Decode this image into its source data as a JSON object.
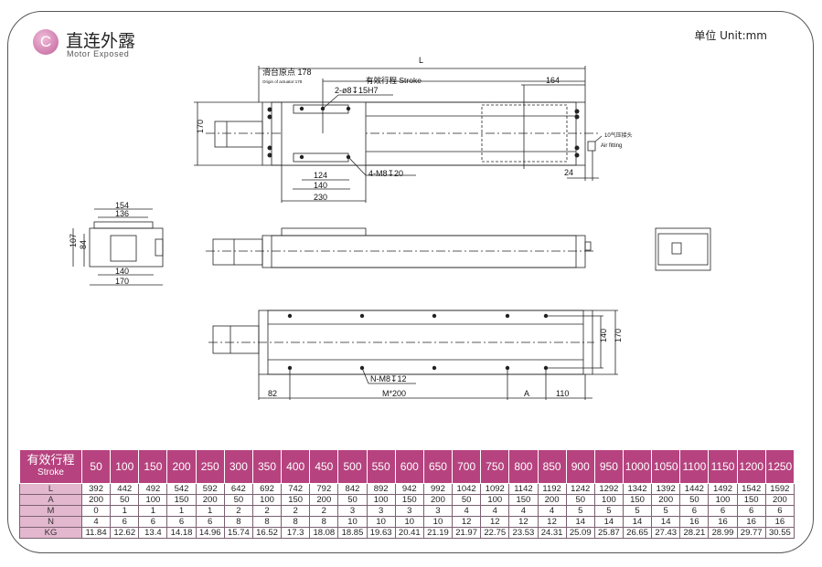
{
  "header": {
    "logo_letter": "C",
    "title_cn": "直连外露",
    "title_en": "Motor Exposed",
    "unit": "单位 Unit:mm"
  },
  "drawing": {
    "top_view": {
      "L": "L",
      "stroke": "有效行程 Stroke",
      "origin_cn": "滑台原点 178",
      "origin_en": "Origin of actuator:178",
      "dim_164": "164",
      "hole_note": "2-ø8↧15H7",
      "thread_note": "4-M8↧20",
      "dim_124": "124",
      "dim_140": "140",
      "dim_230": "230",
      "dim_170": "170",
      "dim_24": "24",
      "air_cn": "10气压接头",
      "air_en": "Air fitting"
    },
    "end_view": {
      "dim_154": "154",
      "dim_136": "136",
      "dim_107": "107",
      "dim_84": "84",
      "dim_140": "140",
      "dim_170": "170"
    },
    "bottom_view": {
      "thread_note": "N-M8↧12",
      "dim_82": "82",
      "pitch": "M*200",
      "dim_A": "A",
      "dim_110": "110",
      "dim_140": "140",
      "dim_170": "170"
    }
  },
  "table": {
    "header_cn": "有效行程",
    "header_en": "Stroke",
    "strokes": [
      "50",
      "100",
      "150",
      "200",
      "250",
      "300",
      "350",
      "400",
      "450",
      "500",
      "550",
      "600",
      "650",
      "700",
      "750",
      "800",
      "850",
      "900",
      "950",
      "1000",
      "1050",
      "1100",
      "1150",
      "1200",
      "1250"
    ],
    "rows": [
      {
        "label": "L",
        "values": [
          "392",
          "442",
          "492",
          "542",
          "592",
          "642",
          "692",
          "742",
          "792",
          "842",
          "892",
          "942",
          "992",
          "1042",
          "1092",
          "1142",
          "1192",
          "1242",
          "1292",
          "1342",
          "1392",
          "1442",
          "1492",
          "1542",
          "1592"
        ]
      },
      {
        "label": "A",
        "values": [
          "200",
          "50",
          "100",
          "150",
          "200",
          "50",
          "100",
          "150",
          "200",
          "50",
          "100",
          "150",
          "200",
          "50",
          "100",
          "150",
          "200",
          "50",
          "100",
          "150",
          "200",
          "50",
          "100",
          "150",
          "200"
        ]
      },
      {
        "label": "M",
        "values": [
          "0",
          "1",
          "1",
          "1",
          "1",
          "2",
          "2",
          "2",
          "2",
          "3",
          "3",
          "3",
          "3",
          "4",
          "4",
          "4",
          "4",
          "5",
          "5",
          "5",
          "5",
          "6",
          "6",
          "6",
          "6"
        ]
      },
      {
        "label": "N",
        "values": [
          "4",
          "6",
          "6",
          "6",
          "6",
          "8",
          "8",
          "8",
          "8",
          "10",
          "10",
          "10",
          "10",
          "12",
          "12",
          "12",
          "12",
          "14",
          "14",
          "14",
          "14",
          "16",
          "16",
          "16",
          "16"
        ]
      },
      {
        "label": "KG",
        "values": [
          "11.84",
          "12.62",
          "13.4",
          "14.18",
          "14.96",
          "15.74",
          "16.52",
          "17.3",
          "18.08",
          "18.85",
          "19.63",
          "20.41",
          "21.19",
          "21.97",
          "22.75",
          "23.53",
          "24.31",
          "25.09",
          "25.87",
          "26.65",
          "27.43",
          "28.21",
          "28.99",
          "29.77",
          "30.55"
        ]
      }
    ]
  },
  "colors": {
    "header_bg": "#b6437f",
    "label_bg": "#e3b8cf"
  }
}
